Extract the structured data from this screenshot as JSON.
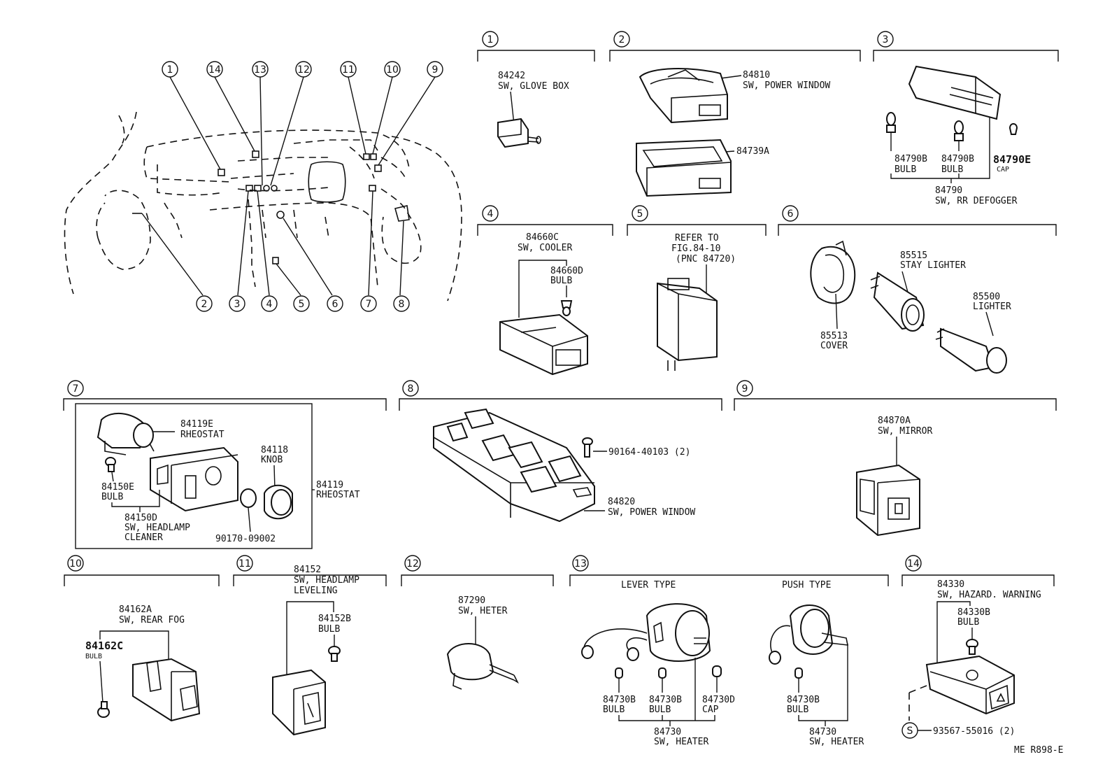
{
  "diagram_code": "ME R898-E",
  "overview": {
    "callouts": [
      "1",
      "14",
      "13",
      "12",
      "11",
      "10",
      "9",
      "2",
      "3",
      "4",
      "5",
      "6",
      "7",
      "8"
    ]
  },
  "sections": [
    {
      "num": "1",
      "parts": [
        {
          "no": "84242",
          "desc": "SW, GLOVE BOX"
        }
      ]
    },
    {
      "num": "2",
      "parts": [
        {
          "no": "84810",
          "desc": "SW, POWER WINDOW"
        },
        {
          "no": "84739A"
        }
      ]
    },
    {
      "num": "3",
      "parts": [
        {
          "no": "84790B",
          "desc": "BULB"
        },
        {
          "no": "84790B",
          "desc": "BULB"
        },
        {
          "no": "84790E",
          "desc": "CAP"
        },
        {
          "no": "84790",
          "desc": "SW, RR DEFOGGER"
        }
      ]
    },
    {
      "num": "4",
      "parts": [
        {
          "no": "84660C",
          "desc": "SW, COOLER"
        },
        {
          "no": "84660D",
          "desc": "BULB"
        }
      ]
    },
    {
      "num": "5",
      "parts": [
        {
          "lines": [
            "REFER TO",
            "FIG.84-10",
            "(PNC 84720)"
          ]
        }
      ]
    },
    {
      "num": "6",
      "parts": [
        {
          "no": "85515",
          "desc": "STAY LIGHTER"
        },
        {
          "no": "85500",
          "desc": "LIGHTER"
        },
        {
          "no": "85513",
          "desc": "COVER"
        }
      ]
    },
    {
      "num": "7",
      "parts": [
        {
          "no": "84119E",
          "desc": "RHEOSTAT"
        },
        {
          "no": "84118",
          "desc": "KNOB"
        },
        {
          "no": "84119",
          "desc": "RHEOSTAT"
        },
        {
          "no": "84150E",
          "desc": "BULB"
        },
        {
          "no": "84150D",
          "desc": "SW, HEADLAMP",
          "desc2": "CLEANER"
        },
        {
          "no": "90170-09002"
        }
      ]
    },
    {
      "num": "8",
      "parts": [
        {
          "no": "90164-40103 (2)"
        },
        {
          "no": "84820",
          "desc": "SW, POWER WINDOW"
        }
      ]
    },
    {
      "num": "9",
      "parts": [
        {
          "no": "84870A",
          "desc": "SW, MIRROR"
        }
      ]
    },
    {
      "num": "10",
      "parts": [
        {
          "no": "84162A",
          "desc": "SW, REAR FOG"
        },
        {
          "no": "84162C",
          "desc": "BULB"
        }
      ]
    },
    {
      "num": "11",
      "parts": [
        {
          "no": "84152",
          "desc": "SW, HEADLAMP",
          "desc2": "LEVELING"
        },
        {
          "no": "84152B",
          "desc": "BULB"
        }
      ]
    },
    {
      "num": "12",
      "parts": [
        {
          "no": "87290",
          "desc": "SW, HETER"
        }
      ]
    },
    {
      "num": "13",
      "types": [
        "LEVER TYPE",
        "PUSH TYPE"
      ],
      "parts": [
        {
          "no": "84730B",
          "desc": "BULB"
        },
        {
          "no": "84730B",
          "desc": "BULB"
        },
        {
          "no": "84730D",
          "desc": "CAP"
        },
        {
          "no": "84730",
          "desc": "SW, HEATER"
        },
        {
          "no": "84730B",
          "desc": "BULB"
        },
        {
          "no": "84730",
          "desc": "SW, HEATER"
        }
      ]
    },
    {
      "num": "14",
      "parts": [
        {
          "no": "84330",
          "desc": "SW, HAZARD. WARNING"
        },
        {
          "no": "84330B",
          "desc": "BULB"
        },
        {
          "no": "93567-55016 (2)"
        }
      ],
      "screw_symbol": "S"
    }
  ]
}
